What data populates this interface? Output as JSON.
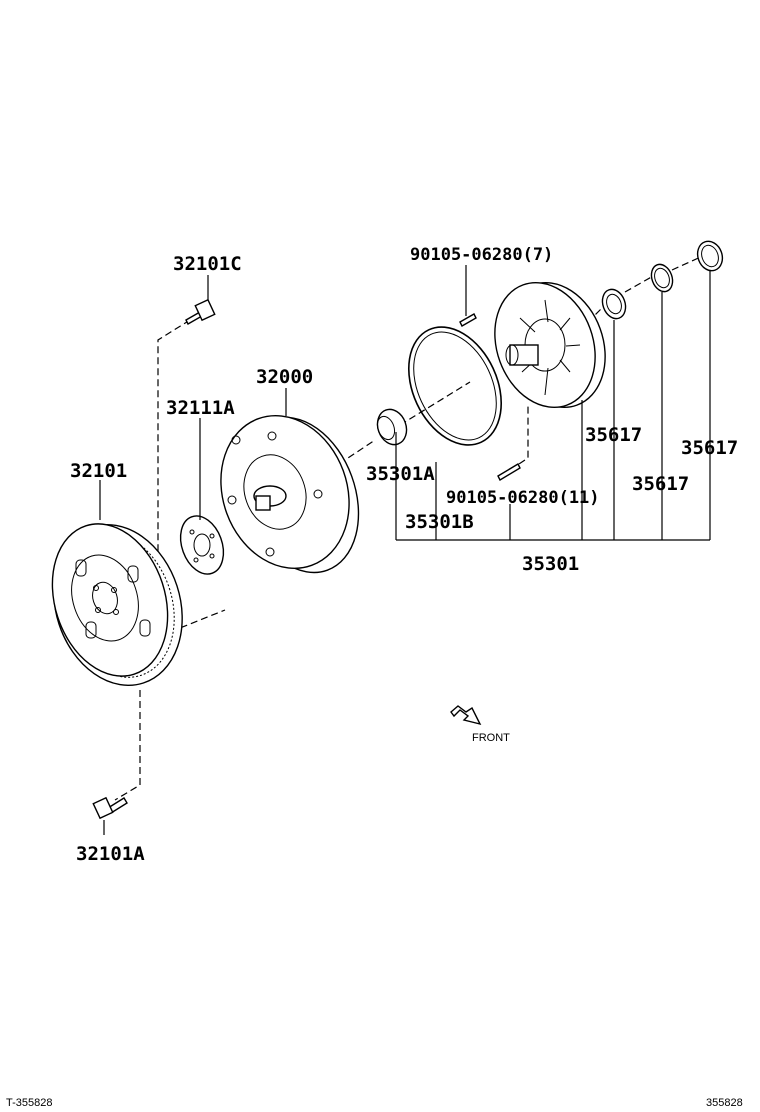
{
  "labels": {
    "bolt_top": "32101C",
    "converter": "32000",
    "plate": "32111A",
    "flywheel": "32101",
    "bolt_bottom": "32101A",
    "bolt_pump_top": "90105-06280(7)",
    "bolt_pump_bottom": "90105-06280(11)",
    "seal_a": "35301A",
    "oring_b": "35301B",
    "assembly": "35301",
    "ring_1": "35617",
    "ring_2": "35617",
    "ring_3": "35617"
  },
  "front_label": "FRONT",
  "footer": {
    "left_code": "T-355828",
    "right_code": "355828"
  }
}
